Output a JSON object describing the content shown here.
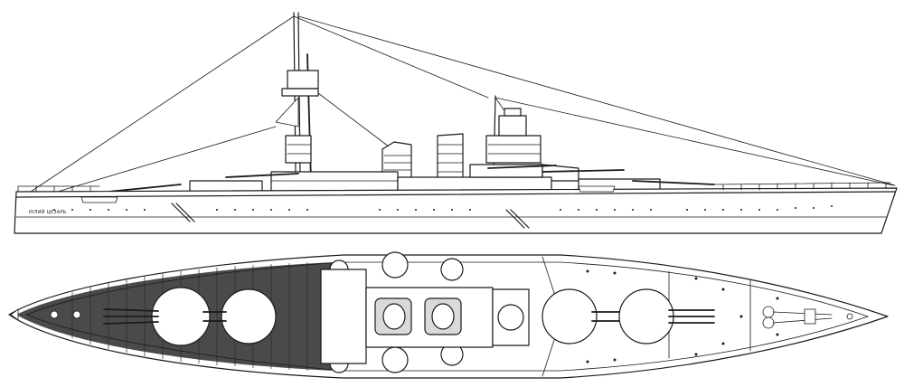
{
  "drawing": {
    "type": "warship-plan",
    "views": [
      {
        "id": "profile",
        "kind": "side-elevation"
      },
      {
        "id": "plan",
        "kind": "deck-plan"
      }
    ],
    "hull_lettering": "ЮЛИЙ ЦЕЗАРЬ",
    "colors": {
      "ink": "#1a1a1a",
      "background": "#ffffff",
      "teak_deck": "#4a4a4a",
      "steel_deck": "#ffffff"
    }
  }
}
